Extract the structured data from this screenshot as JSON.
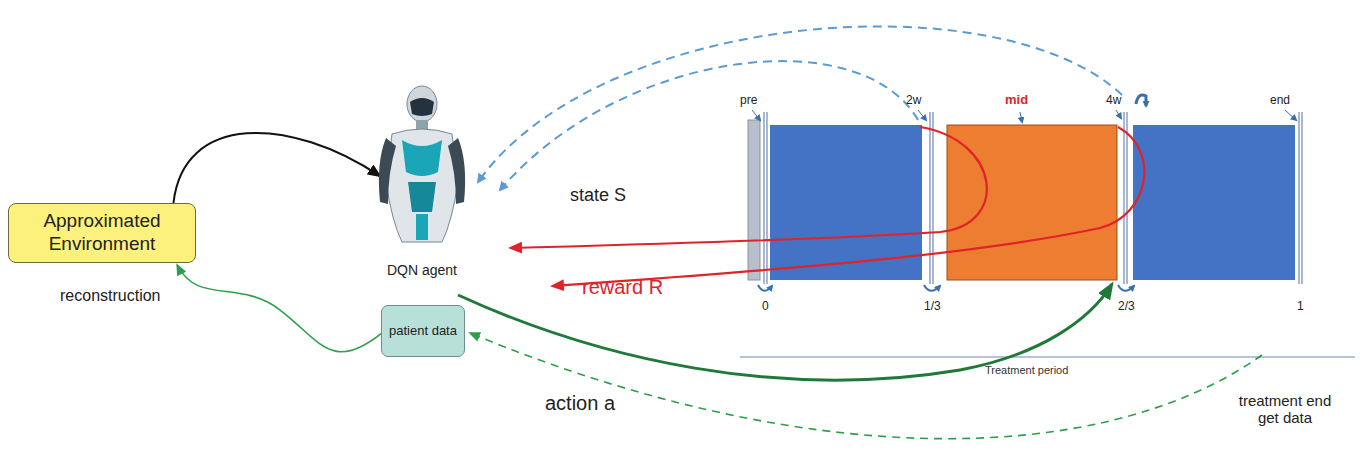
{
  "diagram": {
    "nodes": [
      {
        "text": [
          "Approximated Environment"
        ]
      },
      {
        "text": [
          "DQN agent"
        ]
      },
      {
        "text": [
          "patient data"
        ]
      }
    ],
    "edges": [
      {
        "from": 0,
        "to": 1,
        "arrow": "to"
      },
      {
        "from": 2,
        "to": 0,
        "label": "reconstruction",
        "arrow": "to"
      }
    ],
    "labels": [
      "state S",
      "reward R",
      "action a",
      "pre",
      "2w",
      "mid",
      "4w",
      "end",
      "0",
      "1/3",
      "2/3",
      "1",
      "Treatment period",
      "treatment end get data"
    ]
  }
}
